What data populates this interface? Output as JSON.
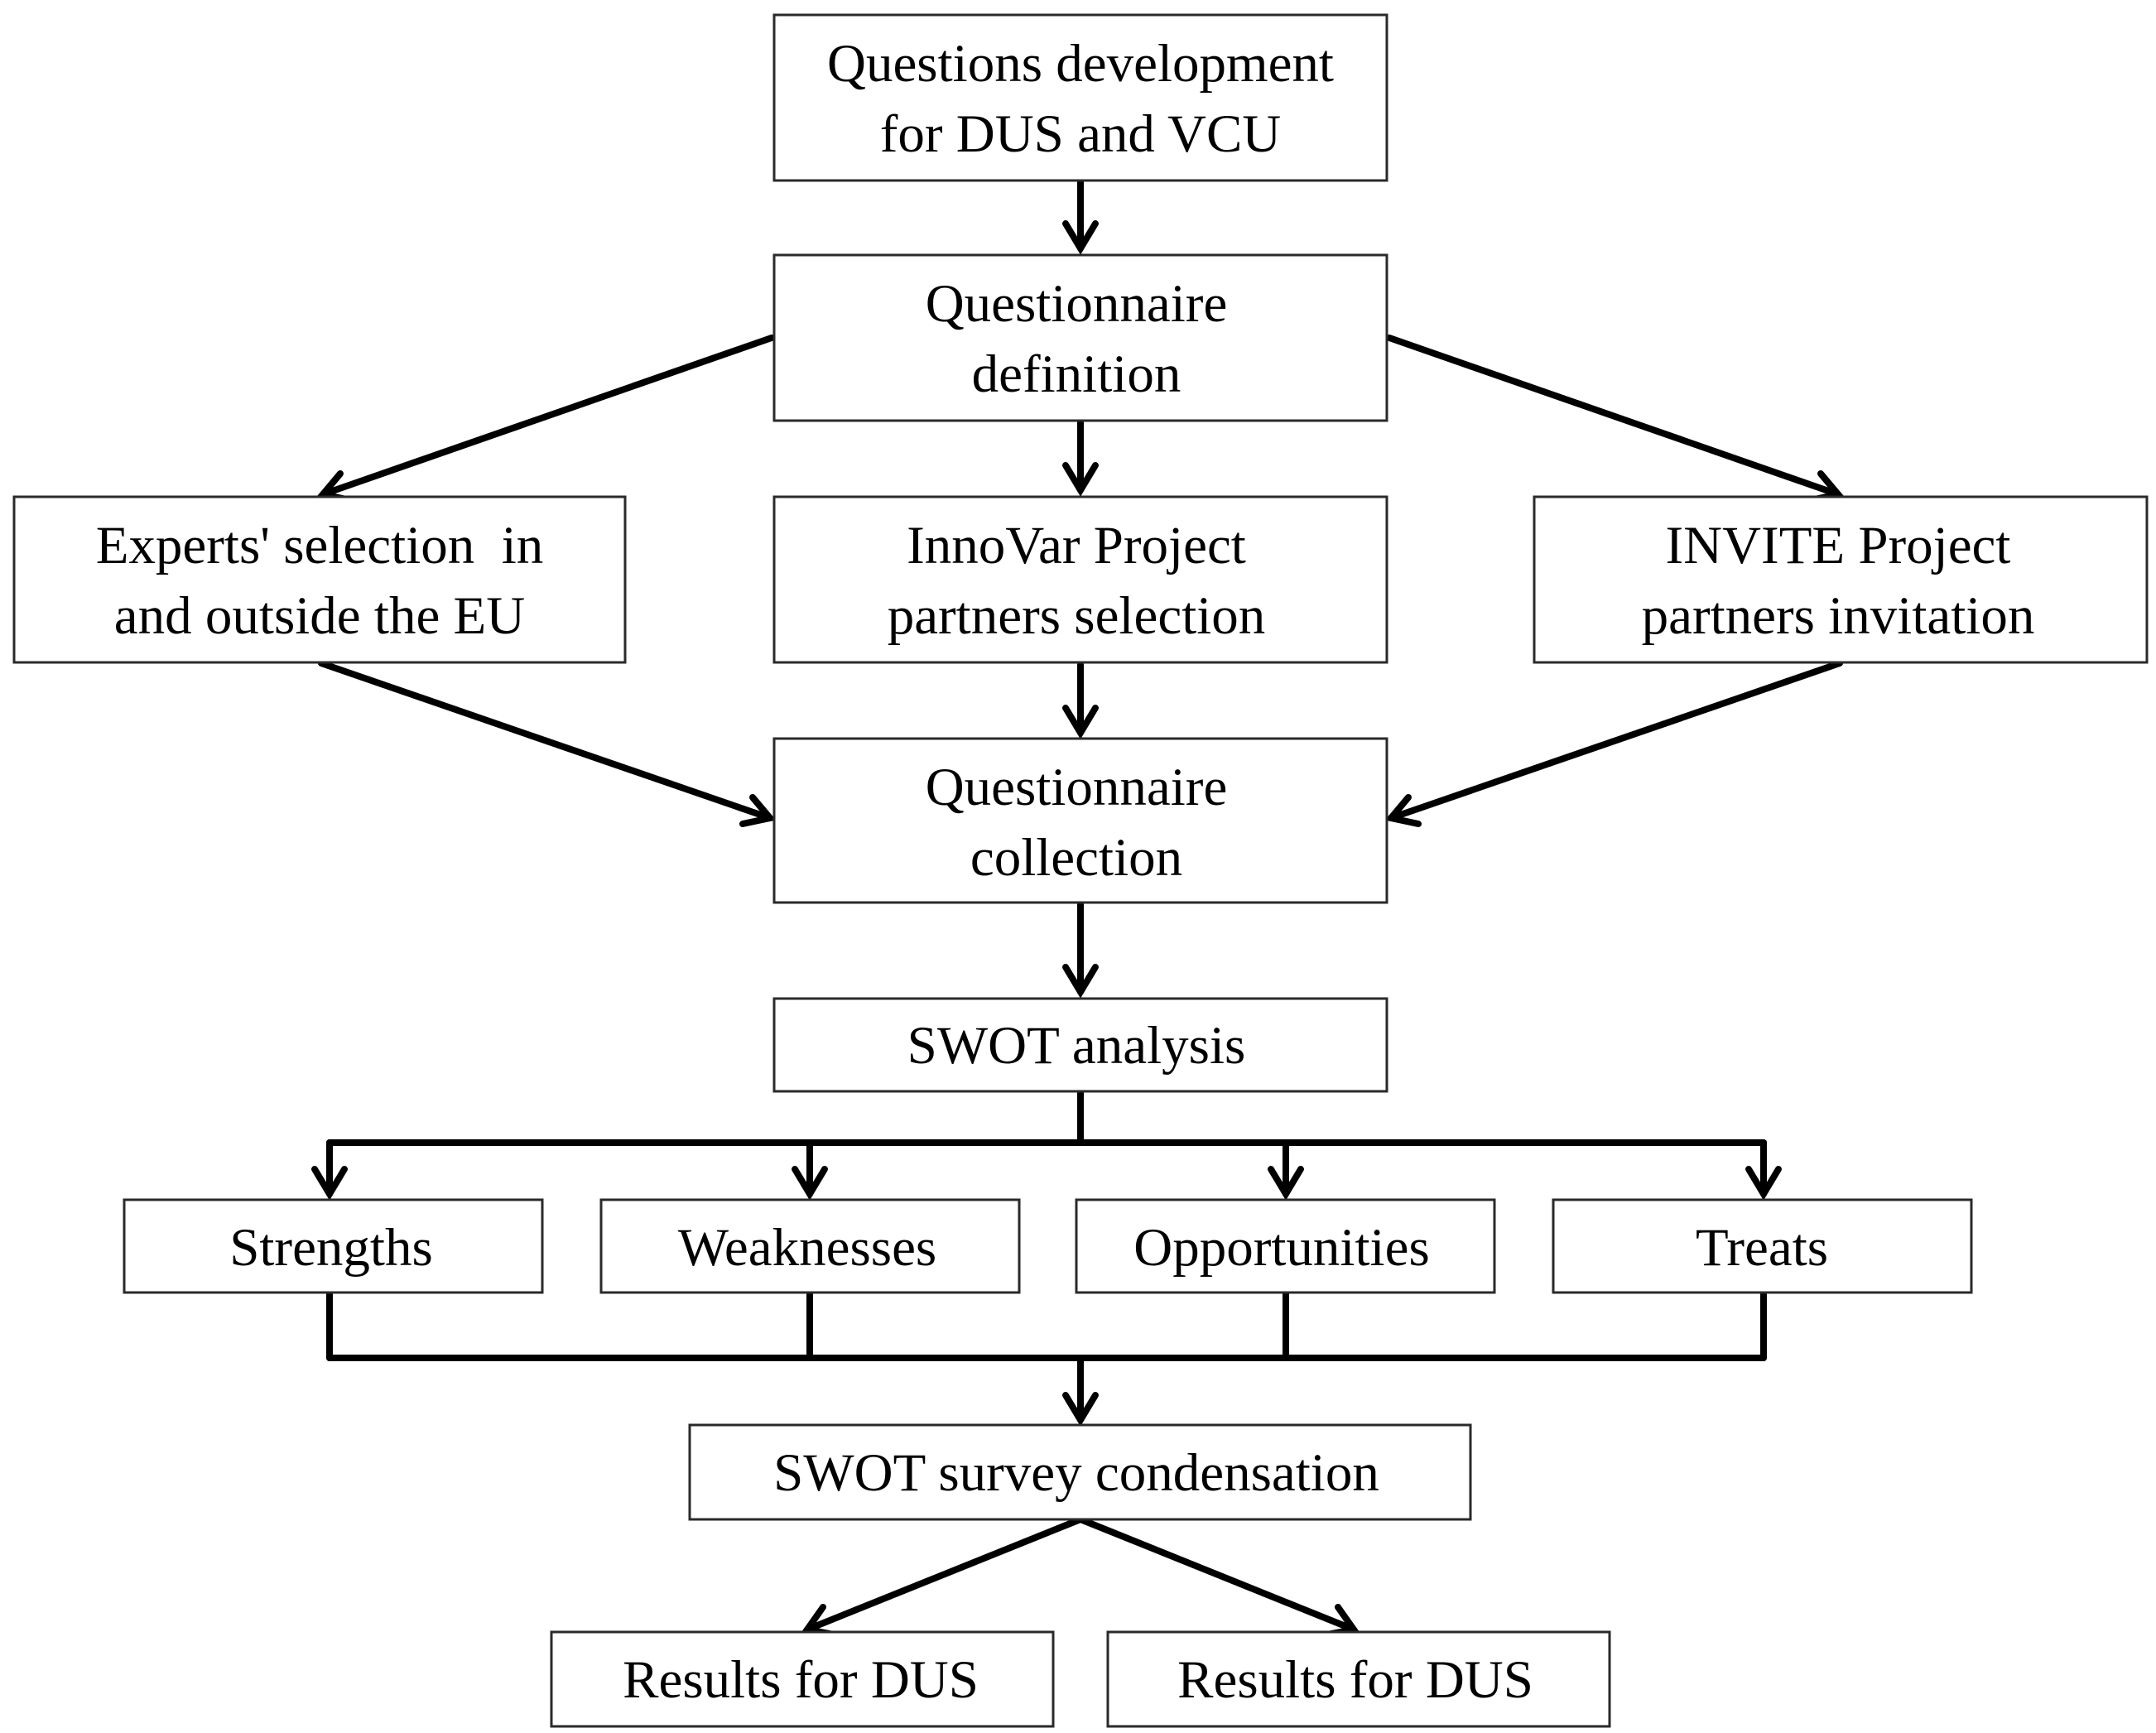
{
  "diagram": {
    "nodes": {
      "questions_development": {
        "lines": [
          "Questions development",
          "for DUS and VCU"
        ]
      },
      "questionnaire_definition": {
        "lines": [
          "Questionnaire",
          "definition"
        ]
      },
      "experts_selection": {
        "lines": [
          "Experts' selection  in",
          "and outside the EU"
        ]
      },
      "innovar_selection": {
        "lines": [
          "InnoVar Project",
          "partners selection"
        ]
      },
      "invite_invitation": {
        "lines": [
          "INVITE Project",
          "partners invitation"
        ]
      },
      "questionnaire_collection": {
        "lines": [
          "Questionnaire",
          "collection"
        ]
      },
      "swot_analysis": {
        "lines": [
          "SWOT analysis"
        ]
      },
      "strengths": {
        "lines": [
          "Strengths"
        ]
      },
      "weaknesses": {
        "lines": [
          "Weaknesses"
        ]
      },
      "opportunities": {
        "lines": [
          "Opportunities"
        ]
      },
      "treats": {
        "lines": [
          "Treats"
        ]
      },
      "swot_condensation": {
        "lines": [
          "SWOT survey condensation"
        ]
      },
      "results_left": {
        "lines": [
          "Results for DUS"
        ]
      },
      "results_right": {
        "lines": [
          "Results for DUS"
        ]
      }
    },
    "colors": {
      "stroke": "#000000",
      "box_border": "#2a2a2a",
      "background": "#ffffff"
    }
  }
}
